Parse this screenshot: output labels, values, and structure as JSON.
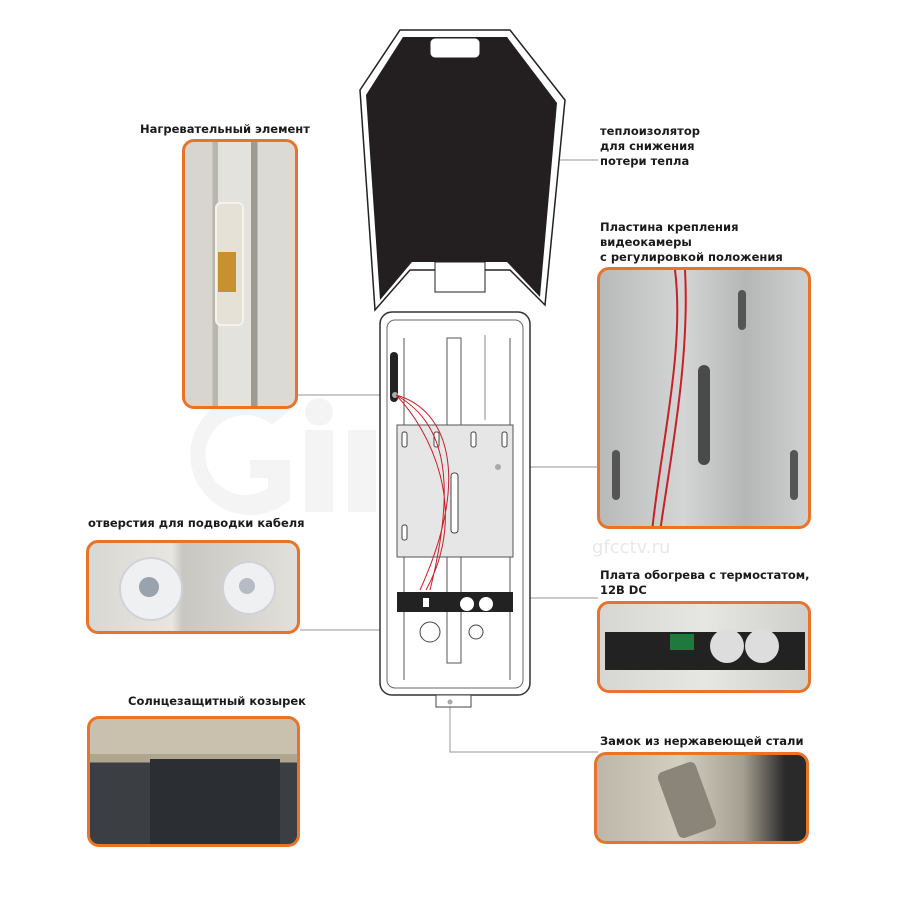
{
  "watermark": {
    "brand": "Giraffe",
    "site": "gfcctv.ru"
  },
  "accent_color": "#e8732a",
  "callouts": {
    "heater": {
      "label": "Нагревательный элемент"
    },
    "insulator": {
      "lines": [
        "теплоизолятор",
        "для снижения",
        "потери тепла"
      ]
    },
    "mount_plate": {
      "lines": [
        "Пластина крепления",
        "видеокамеры",
        "с регулировкой положения"
      ]
    },
    "cable_holes": {
      "label": "отверстия для подводки кабеля"
    },
    "heater_board": {
      "lines": [
        "Плата обогрева с термостатом,",
        "12В DC"
      ]
    },
    "sun_visor": {
      "label": "Солнцезащитный козырек"
    },
    "lock": {
      "label": "Замок из нержавеющей стали"
    }
  }
}
